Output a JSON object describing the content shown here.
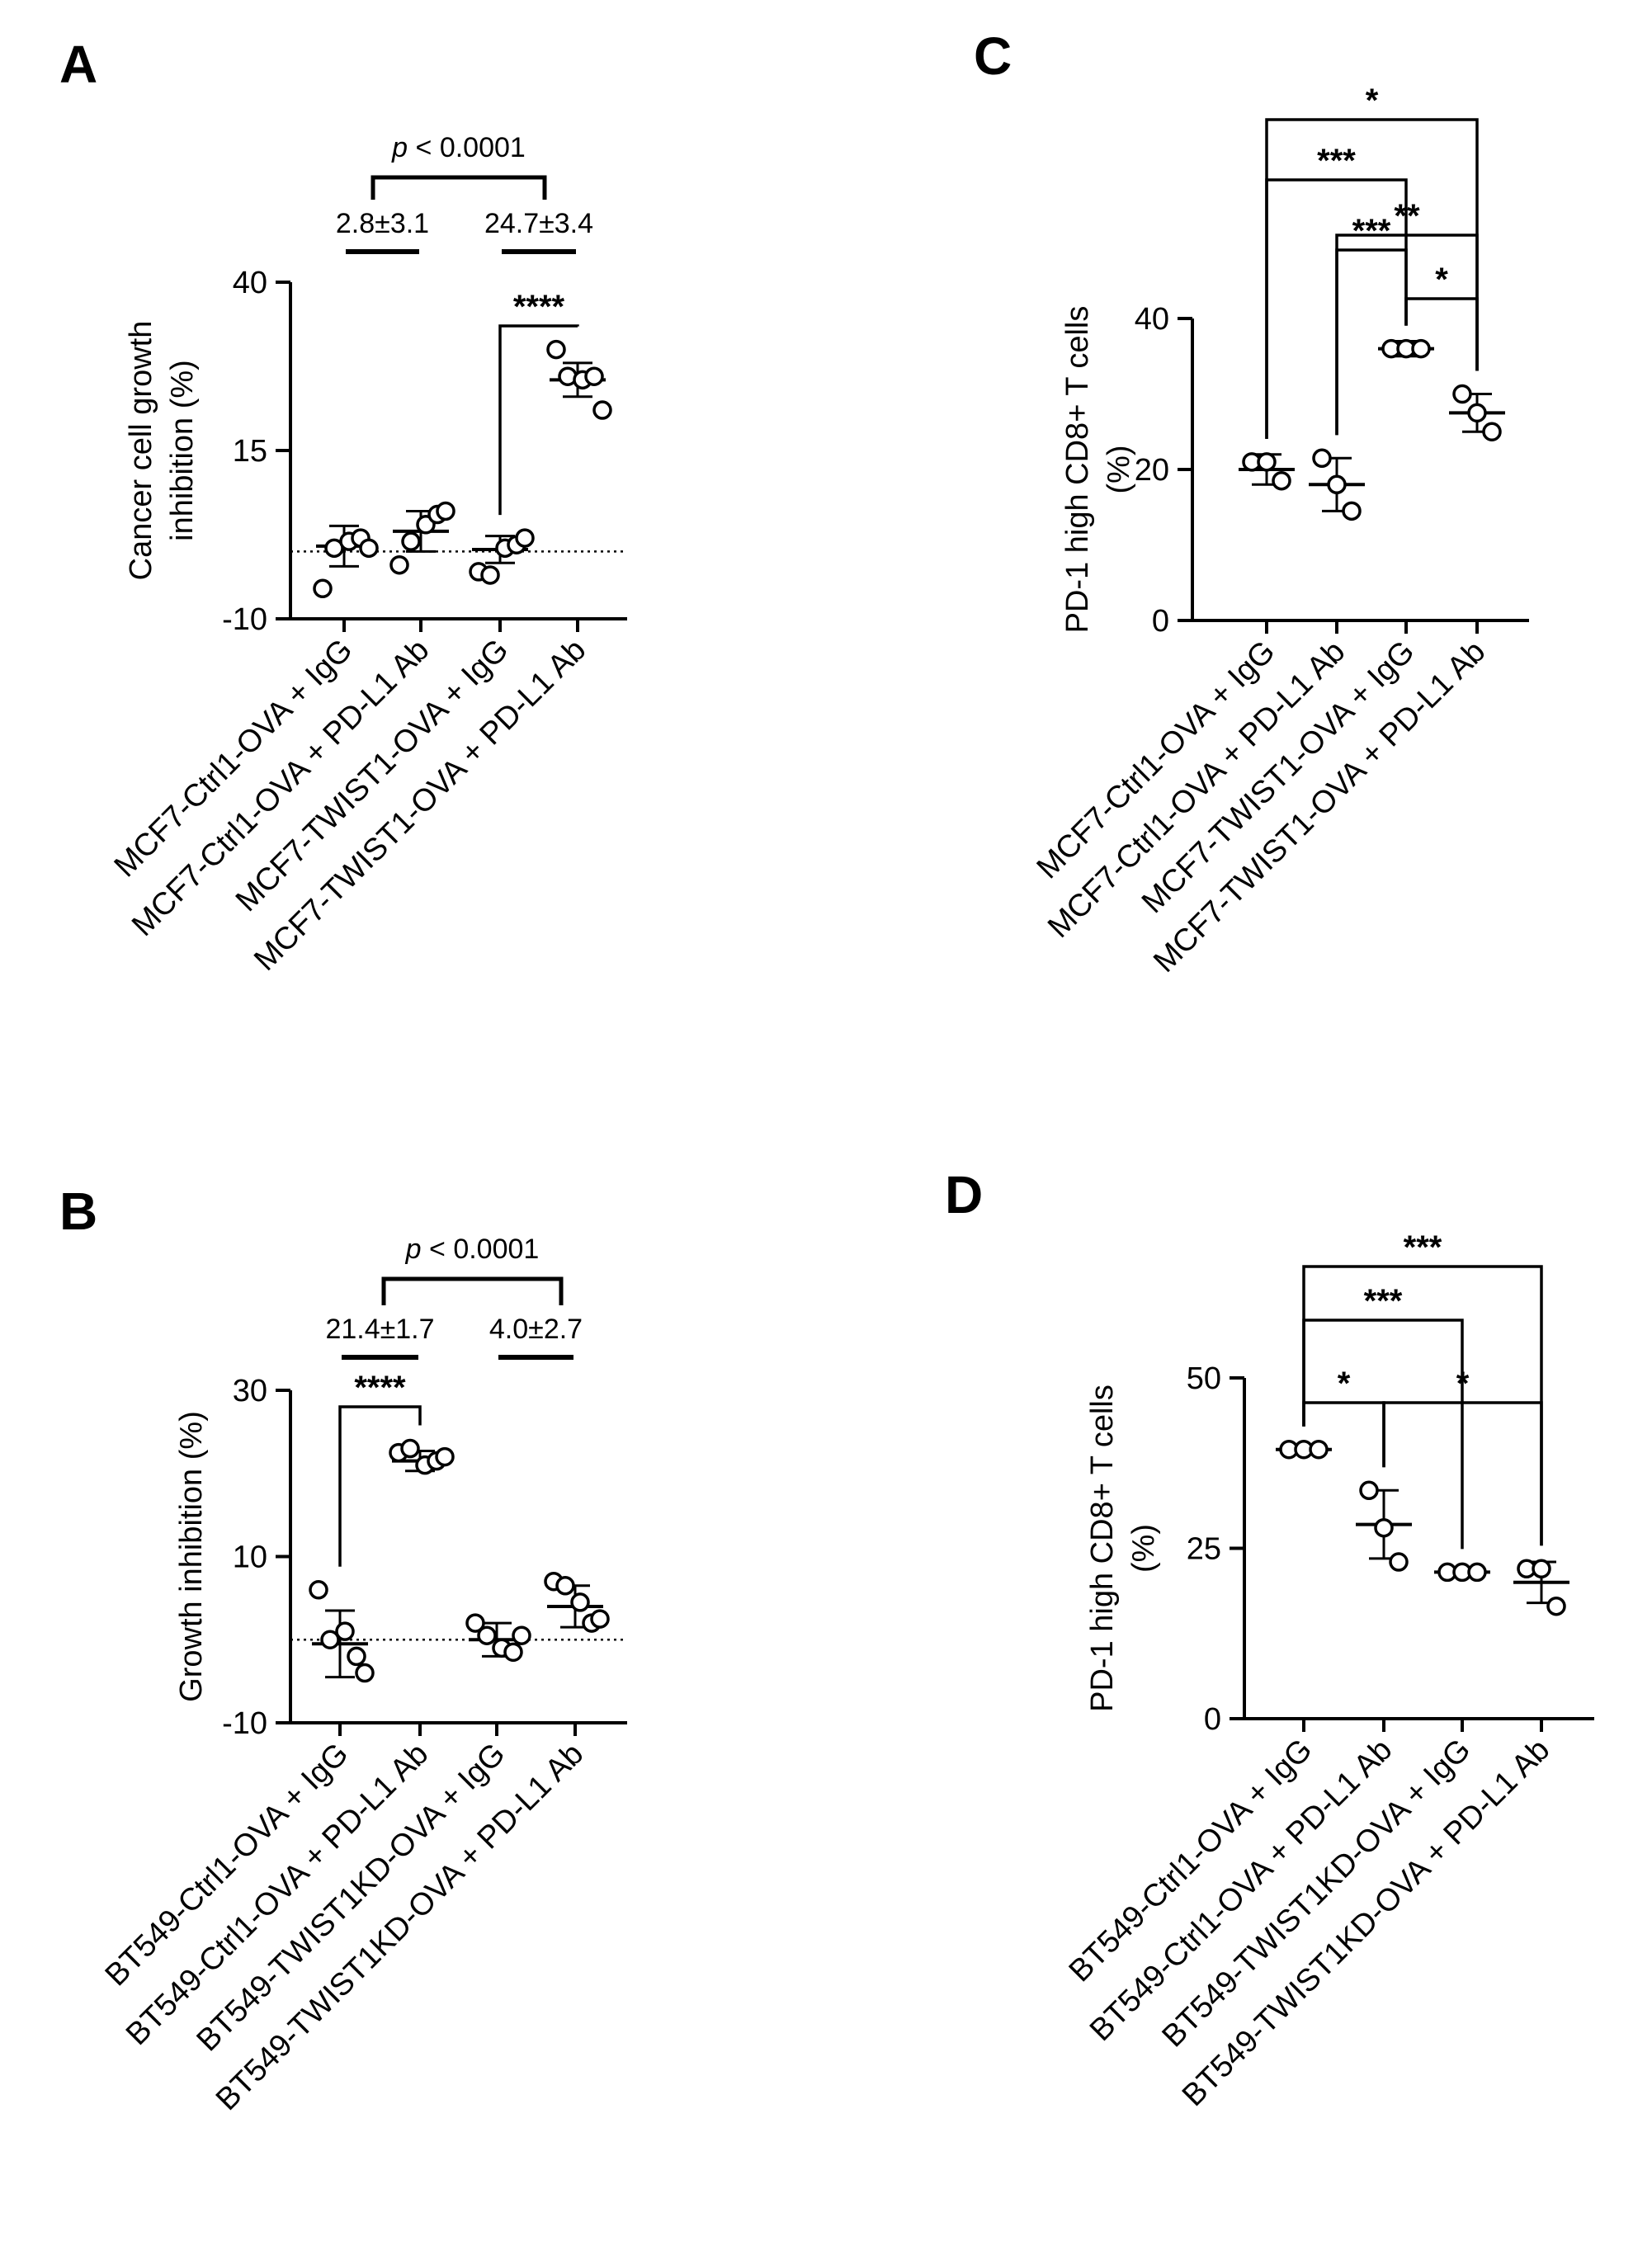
{
  "chart_data": [
    {
      "panel": "A",
      "type": "scatter",
      "ylabel": [
        "Cancer cell growth",
        "inhibition (%)"
      ],
      "yticks": [
        -10,
        15,
        40
      ],
      "ylim": [
        -10,
        40
      ],
      "baseline": 0,
      "categories": [
        "MCF7-Ctrl1-OVA + IgG",
        "MCF7-Ctrl1-OVA + PD-L1 Ab",
        "MCF7-TWIST1-OVA + IgG",
        "MCF7-TWIST1-OVA + PD-L1 Ab"
      ],
      "groups": [
        {
          "mean": 0.8,
          "sd": 3.0,
          "points": [
            -5.5,
            0.5,
            1.5,
            2.0,
            0.5
          ]
        },
        {
          "mean": 3.0,
          "sd": 3.0,
          "points": [
            -2.0,
            1.5,
            4.0,
            5.5,
            6.0
          ]
        },
        {
          "mean": 0.3,
          "sd": 2.0,
          "points": [
            -3.0,
            -3.5,
            0.5,
            1.0,
            2.0
          ]
        },
        {
          "mean": 25.5,
          "sd": 2.5,
          "points": [
            30.0,
            26.0,
            25.5,
            26.0,
            21.0
          ]
        }
      ],
      "comparisons": [
        {
          "from": 2,
          "to": 3,
          "label": "****"
        }
      ],
      "annotations": [
        {
          "text": "2.8±3.1",
          "from": 0,
          "to": 1
        },
        {
          "text": "24.7±3.4",
          "from": 2,
          "to": 3
        }
      ],
      "top_bracket": {
        "prefix": "p",
        "text": " < 0.0001"
      }
    },
    {
      "panel": "B",
      "type": "scatter",
      "ylabel": [
        "Growth inhibition (%)"
      ],
      "yticks": [
        -10,
        10,
        30
      ],
      "ylim": [
        -10,
        30
      ],
      "baseline": 0,
      "categories": [
        "BT549-Ctrl1-OVA + IgG",
        "BT549-Ctrl1-OVA + PD-L1 Ab",
        "BT549-TWIST1KD-OVA + IgG",
        "BT549-TWIST1KD-OVA + PD-L1 Ab"
      ],
      "groups": [
        {
          "mean": -0.5,
          "sd": 4.0,
          "points": [
            6.0,
            0.0,
            1.0,
            -2.0,
            -4.0
          ]
        },
        {
          "mean": 21.5,
          "sd": 1.2,
          "points": [
            22.5,
            23.0,
            21.0,
            21.5,
            22.0
          ]
        },
        {
          "mean": 0.0,
          "sd": 2.0,
          "points": [
            2.0,
            0.5,
            -1.0,
            -1.5,
            0.5
          ]
        },
        {
          "mean": 4.0,
          "sd": 2.5,
          "points": [
            7.0,
            6.5,
            4.5,
            2.0,
            2.5
          ]
        }
      ],
      "comparisons": [
        {
          "from": 0,
          "to": 1,
          "label": "****"
        }
      ],
      "annotations": [
        {
          "text": "21.4±1.7",
          "from": 0,
          "to": 1
        },
        {
          "text": "4.0±2.7",
          "from": 2,
          "to": 3
        }
      ],
      "top_bracket": {
        "prefix": "p",
        "text": " < 0.0001"
      }
    },
    {
      "panel": "C",
      "type": "scatter",
      "ylabel": [
        "PD-1 high CD8+ T cells",
        "(%)"
      ],
      "yticks": [
        0,
        20,
        40
      ],
      "ylim": [
        0,
        40
      ],
      "baseline": null,
      "categories": [
        "MCF7-Ctrl1-OVA + IgG",
        "MCF7-Ctrl1-OVA + PD-L1 Ab",
        "MCF7-TWIST1-OVA + IgG",
        "MCF7-TWIST1-OVA + PD-L1 Ab"
      ],
      "groups": [
        {
          "mean": 20.0,
          "sd": 2.0,
          "points": [
            21.0,
            21.0,
            18.5
          ]
        },
        {
          "mean": 18.0,
          "sd": 3.5,
          "points": [
            21.5,
            18.0,
            14.5
          ]
        },
        {
          "mean": 36.0,
          "sd": 1.0,
          "points": [
            36.0,
            36.0,
            36.0
          ]
        },
        {
          "mean": 27.5,
          "sd": 2.5,
          "points": [
            30.0,
            27.5,
            25.0
          ]
        }
      ],
      "comparisons": [
        {
          "from": 2,
          "to": 3,
          "label": "*"
        },
        {
          "from": 1,
          "to": 2,
          "label": "***"
        },
        {
          "from": 1,
          "to": 3,
          "label": "**"
        },
        {
          "from": 0,
          "to": 2,
          "label": "***"
        },
        {
          "from": 0,
          "to": 3,
          "label": "*"
        }
      ]
    },
    {
      "panel": "D",
      "type": "scatter",
      "ylabel": [
        "PD-1 high CD8+ T cells",
        "(%)"
      ],
      "yticks": [
        0,
        25,
        50
      ],
      "ylim": [
        0,
        50
      ],
      "baseline": null,
      "categories": [
        "BT549-Ctrl1-OVA + IgG",
        "BT549-Ctrl1-OVA + PD-L1 Ab",
        "BT549-TWIST1KD-OVA + IgG",
        "BT549-TWIST1KD-OVA + PD-L1 Ab"
      ],
      "groups": [
        {
          "mean": 39.5,
          "sd": 0.3,
          "points": [
            39.5,
            39.5,
            39.5
          ]
        },
        {
          "mean": 28.5,
          "sd": 5.0,
          "points": [
            33.5,
            28.0,
            23.0
          ]
        },
        {
          "mean": 21.5,
          "sd": 0.5,
          "points": [
            21.5,
            21.5,
            21.5
          ]
        },
        {
          "mean": 20.0,
          "sd": 3.0,
          "points": [
            22.0,
            22.0,
            16.5
          ]
        }
      ],
      "comparisons": [
        {
          "from": 0,
          "to": 1,
          "label": "*"
        },
        {
          "from": 1,
          "to": 3,
          "label": "*"
        },
        {
          "from": 0,
          "to": 2,
          "label": "***"
        },
        {
          "from": 0,
          "to": 3,
          "label": "***"
        }
      ]
    }
  ]
}
